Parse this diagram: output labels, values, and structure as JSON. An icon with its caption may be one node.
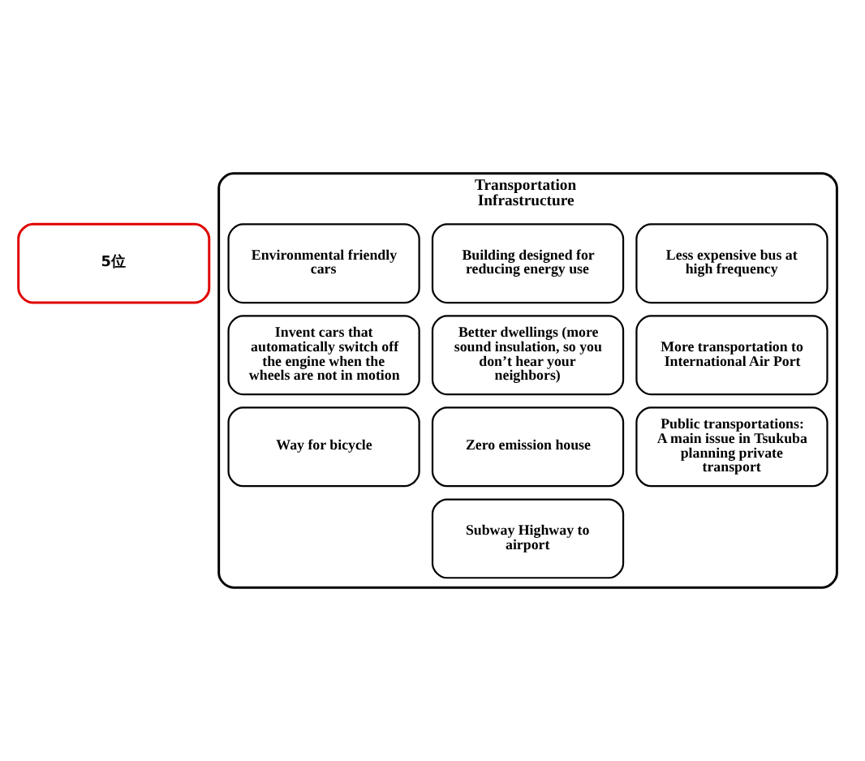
{
  "diagram": {
    "nodes": [
      {
        "text": [
          "5位"
        ]
      },
      {
        "text": [
          "Transportation Infrastructure"
        ]
      },
      {
        "text": [
          "Environmental friendly cars"
        ],
        "in": 1
      },
      {
        "text": [
          "Building designed for reducing energy use"
        ],
        "in": 1
      },
      {
        "text": [
          "Less expensive bus at high frequency"
        ],
        "in": 1
      },
      {
        "text": [
          "Invent cars that automatically switch off the engine when the wheels are not in motion"
        ],
        "in": 1
      },
      {
        "text": [
          "Better dwellings (more sound insulation, so you don’t hear your neighbors)"
        ],
        "in": 1
      },
      {
        "text": [
          "More transportation to International Air Port"
        ],
        "in": 1
      },
      {
        "text": [
          "Way for bicycle"
        ],
        "in": 1
      },
      {
        "text": [
          "Zero emission house"
        ],
        "in": 1
      },
      {
        "text": [
          "Public transportations: A main issue in Tsukuba planning private transport"
        ],
        "in": 1
      },
      {
        "text": [
          "Subway Highway to airport"
        ],
        "in": 1
      }
    ],
    "edges": []
  }
}
